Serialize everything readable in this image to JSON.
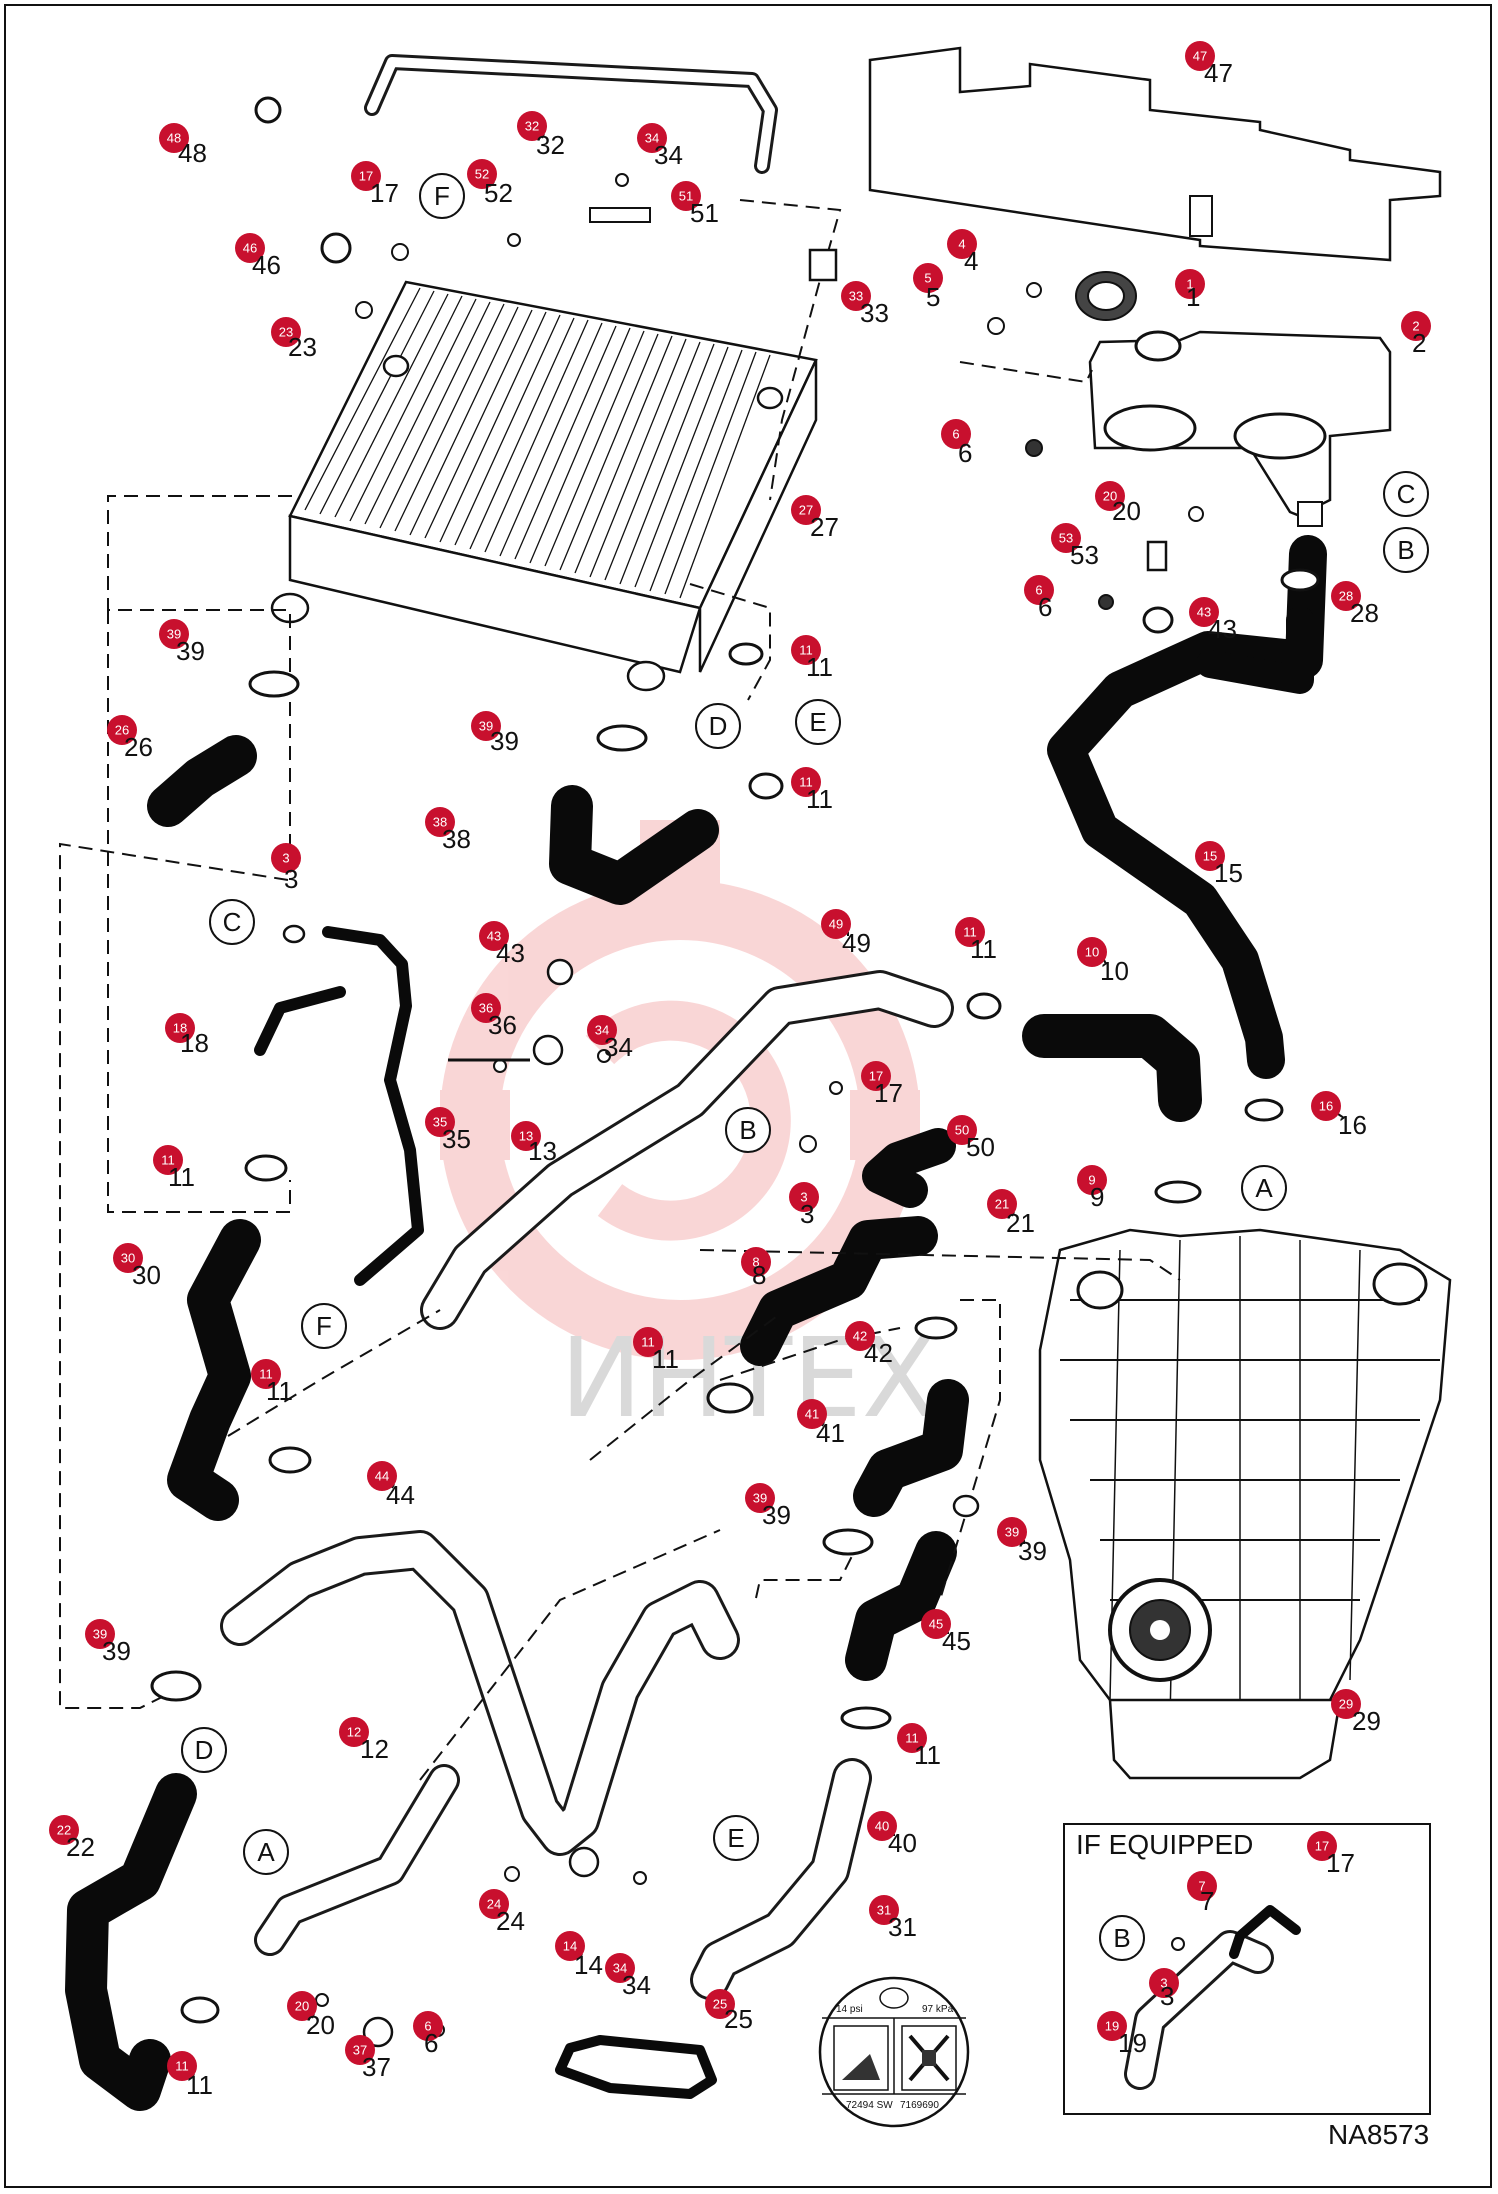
{
  "diagram_code": "NA8573",
  "optional_box_label": "IF EQUIPPED",
  "watermark_text": "ИНТЕХ",
  "colors": {
    "badge": "#c8102e",
    "line": "#111111",
    "hose": "#0a0a0a",
    "watermark": "#e84a4a"
  },
  "decal": {
    "left_value": "14 psi",
    "right_value": "97 kPa",
    "code_left": "72494 SW",
    "code_right": "7169690"
  },
  "callouts": [
    {
      "n": "1",
      "b": [
        1190,
        284
      ],
      "t": [
        1186,
        296
      ]
    },
    {
      "n": "2",
      "b": [
        1416,
        326
      ],
      "t": [
        1412,
        342
      ]
    },
    {
      "n": "3",
      "b": [
        286,
        858
      ],
      "t": [
        284,
        878
      ]
    },
    {
      "n": "3",
      "b": [
        804,
        1197
      ],
      "t": [
        800,
        1213
      ]
    },
    {
      "n": "3",
      "b": [
        1164,
        1983
      ],
      "t": [
        1160,
        1995
      ]
    },
    {
      "n": "4",
      "b": [
        962,
        244
      ],
      "t": [
        964,
        260
      ]
    },
    {
      "n": "5",
      "b": [
        928,
        278
      ],
      "t": [
        926,
        296
      ]
    },
    {
      "n": "6",
      "b": [
        956,
        434
      ],
      "t": [
        958,
        452
      ]
    },
    {
      "n": "6",
      "b": [
        1039,
        590
      ],
      "t": [
        1038,
        606
      ]
    },
    {
      "n": "6",
      "b": [
        428,
        2026
      ],
      "t": [
        424,
        2042
      ]
    },
    {
      "n": "7",
      "b": [
        1202,
        1886
      ],
      "t": [
        1200,
        1900
      ]
    },
    {
      "n": "8",
      "b": [
        756,
        1262
      ],
      "t": [
        752,
        1274
      ]
    },
    {
      "n": "9",
      "b": [
        1092,
        1180
      ],
      "t": [
        1090,
        1196
      ]
    },
    {
      "n": "10",
      "b": [
        1092,
        952
      ],
      "t": [
        1100,
        970
      ]
    },
    {
      "n": "11",
      "b": [
        806,
        650
      ],
      "t": [
        806,
        666
      ]
    },
    {
      "n": "11",
      "b": [
        806,
        782
      ],
      "t": [
        806,
        798
      ]
    },
    {
      "n": "11",
      "b": [
        970,
        932
      ],
      "t": [
        970,
        948
      ]
    },
    {
      "n": "11",
      "b": [
        168,
        1160
      ],
      "t": [
        168,
        1176
      ]
    },
    {
      "n": "11",
      "b": [
        266,
        1374
      ],
      "t": [
        266,
        1390
      ]
    },
    {
      "n": "11",
      "b": [
        648,
        1342
      ],
      "t": [
        652,
        1358
      ]
    },
    {
      "n": "11",
      "b": [
        912,
        1738
      ],
      "t": [
        914,
        1754
      ]
    },
    {
      "n": "11",
      "b": [
        182,
        2066
      ],
      "t": [
        186,
        2084
      ]
    },
    {
      "n": "12",
      "b": [
        354,
        1732
      ],
      "t": [
        360,
        1748
      ]
    },
    {
      "n": "13",
      "b": [
        526,
        1136
      ],
      "t": [
        528,
        1150
      ]
    },
    {
      "n": "14",
      "b": [
        570,
        1946
      ],
      "t": [
        574,
        1964
      ]
    },
    {
      "n": "15",
      "b": [
        1210,
        856
      ],
      "t": [
        1214,
        872
      ]
    },
    {
      "n": "16",
      "b": [
        1326,
        1106
      ],
      "t": [
        1338,
        1124
      ]
    },
    {
      "n": "17",
      "b": [
        366,
        176
      ],
      "t": [
        370,
        192
      ]
    },
    {
      "n": "17",
      "b": [
        876,
        1076
      ],
      "t": [
        874,
        1092
      ]
    },
    {
      "n": "17",
      "b": [
        1322,
        1846
      ],
      "t": [
        1326,
        1862
      ]
    },
    {
      "n": "18",
      "b": [
        180,
        1028
      ],
      "t": [
        180,
        1042
      ]
    },
    {
      "n": "19",
      "b": [
        1112,
        2026
      ],
      "t": [
        1118,
        2042
      ]
    },
    {
      "n": "20",
      "b": [
        1110,
        496
      ],
      "t": [
        1112,
        510
      ]
    },
    {
      "n": "20",
      "b": [
        302,
        2006
      ],
      "t": [
        306,
        2024
      ]
    },
    {
      "n": "21",
      "b": [
        1002,
        1204
      ],
      "t": [
        1006,
        1222
      ]
    },
    {
      "n": "22",
      "b": [
        64,
        1830
      ],
      "t": [
        66,
        1846
      ]
    },
    {
      "n": "23",
      "b": [
        286,
        332
      ],
      "t": [
        288,
        346
      ]
    },
    {
      "n": "24",
      "b": [
        494,
        1904
      ],
      "t": [
        496,
        1920
      ]
    },
    {
      "n": "25",
      "b": [
        720,
        2004
      ],
      "t": [
        724,
        2018
      ]
    },
    {
      "n": "26",
      "b": [
        122,
        730
      ],
      "t": [
        124,
        746
      ]
    },
    {
      "n": "27",
      "b": [
        806,
        510
      ],
      "t": [
        810,
        526
      ]
    },
    {
      "n": "28",
      "b": [
        1346,
        596
      ],
      "t": [
        1350,
        612
      ]
    },
    {
      "n": "29",
      "b": [
        1346,
        1704
      ],
      "t": [
        1352,
        1720
      ]
    },
    {
      "n": "30",
      "b": [
        128,
        1258
      ],
      "t": [
        132,
        1274
      ]
    },
    {
      "n": "31",
      "b": [
        884,
        1910
      ],
      "t": [
        888,
        1926
      ]
    },
    {
      "n": "32",
      "b": [
        532,
        126
      ],
      "t": [
        536,
        144
      ]
    },
    {
      "n": "33",
      "b": [
        856,
        296
      ],
      "t": [
        860,
        312
      ]
    },
    {
      "n": "34",
      "b": [
        652,
        138
      ],
      "t": [
        654,
        154
      ]
    },
    {
      "n": "34",
      "b": [
        602,
        1030
      ],
      "t": [
        604,
        1046
      ]
    },
    {
      "n": "34",
      "b": [
        620,
        1968
      ],
      "t": [
        622,
        1984
      ]
    },
    {
      "n": "35",
      "b": [
        440,
        1122
      ],
      "t": [
        442,
        1138
      ]
    },
    {
      "n": "36",
      "b": [
        486,
        1008
      ],
      "t": [
        488,
        1024
      ]
    },
    {
      "n": "37",
      "b": [
        360,
        2050
      ],
      "t": [
        362,
        2066
      ]
    },
    {
      "n": "38",
      "b": [
        440,
        822
      ],
      "t": [
        442,
        838
      ]
    },
    {
      "n": "39",
      "b": [
        174,
        634
      ],
      "t": [
        176,
        650
      ]
    },
    {
      "n": "39",
      "b": [
        486,
        726
      ],
      "t": [
        490,
        740
      ]
    },
    {
      "n": "39",
      "b": [
        760,
        1498
      ],
      "t": [
        762,
        1514
      ]
    },
    {
      "n": "39",
      "b": [
        1012,
        1532
      ],
      "t": [
        1018,
        1550
      ]
    },
    {
      "n": "39",
      "b": [
        100,
        1634
      ],
      "t": [
        102,
        1650
      ]
    },
    {
      "n": "40",
      "b": [
        882,
        1826
      ],
      "t": [
        888,
        1842
      ]
    },
    {
      "n": "41",
      "b": [
        812,
        1414
      ],
      "t": [
        816,
        1432
      ]
    },
    {
      "n": "42",
      "b": [
        860,
        1336
      ],
      "t": [
        864,
        1352
      ]
    },
    {
      "n": "43",
      "b": [
        494,
        936
      ],
      "t": [
        496,
        952
      ]
    },
    {
      "n": "43",
      "b": [
        1204,
        612
      ],
      "t": [
        1208,
        628
      ]
    },
    {
      "n": "44",
      "b": [
        382,
        1476
      ],
      "t": [
        386,
        1494
      ]
    },
    {
      "n": "45",
      "b": [
        936,
        1624
      ],
      "t": [
        942,
        1640
      ]
    },
    {
      "n": "46",
      "b": [
        250,
        248
      ],
      "t": [
        252,
        264
      ]
    },
    {
      "n": "47",
      "b": [
        1200,
        56
      ],
      "t": [
        1204,
        72
      ]
    },
    {
      "n": "48",
      "b": [
        174,
        138
      ],
      "t": [
        178,
        152
      ]
    },
    {
      "n": "49",
      "b": [
        836,
        924
      ],
      "t": [
        842,
        942
      ]
    },
    {
      "n": "50",
      "b": [
        962,
        1130
      ],
      "t": [
        966,
        1146
      ]
    },
    {
      "n": "51",
      "b": [
        686,
        196
      ],
      "t": [
        690,
        212
      ]
    },
    {
      "n": "52",
      "b": [
        482,
        174
      ],
      "t": [
        484,
        192
      ]
    },
    {
      "n": "53",
      "b": [
        1066,
        538
      ],
      "t": [
        1070,
        554
      ]
    }
  ],
  "refs": [
    {
      "l": "F",
      "p": [
        442,
        196
      ]
    },
    {
      "l": "C",
      "p": [
        1406,
        494
      ]
    },
    {
      "l": "B",
      "p": [
        1406,
        550
      ]
    },
    {
      "l": "D",
      "p": [
        718,
        726
      ]
    },
    {
      "l": "E",
      "p": [
        818,
        722
      ]
    },
    {
      "l": "C",
      "p": [
        232,
        922
      ]
    },
    {
      "l": "B",
      "p": [
        748,
        1130
      ]
    },
    {
      "l": "A",
      "p": [
        1264,
        1188
      ]
    },
    {
      "l": "F",
      "p": [
        324,
        1326
      ]
    },
    {
      "l": "D",
      "p": [
        204,
        1750
      ]
    },
    {
      "l": "A",
      "p": [
        266,
        1852
      ]
    },
    {
      "l": "E",
      "p": [
        736,
        1838
      ]
    },
    {
      "l": "B",
      "p": [
        1122,
        1938
      ]
    }
  ]
}
